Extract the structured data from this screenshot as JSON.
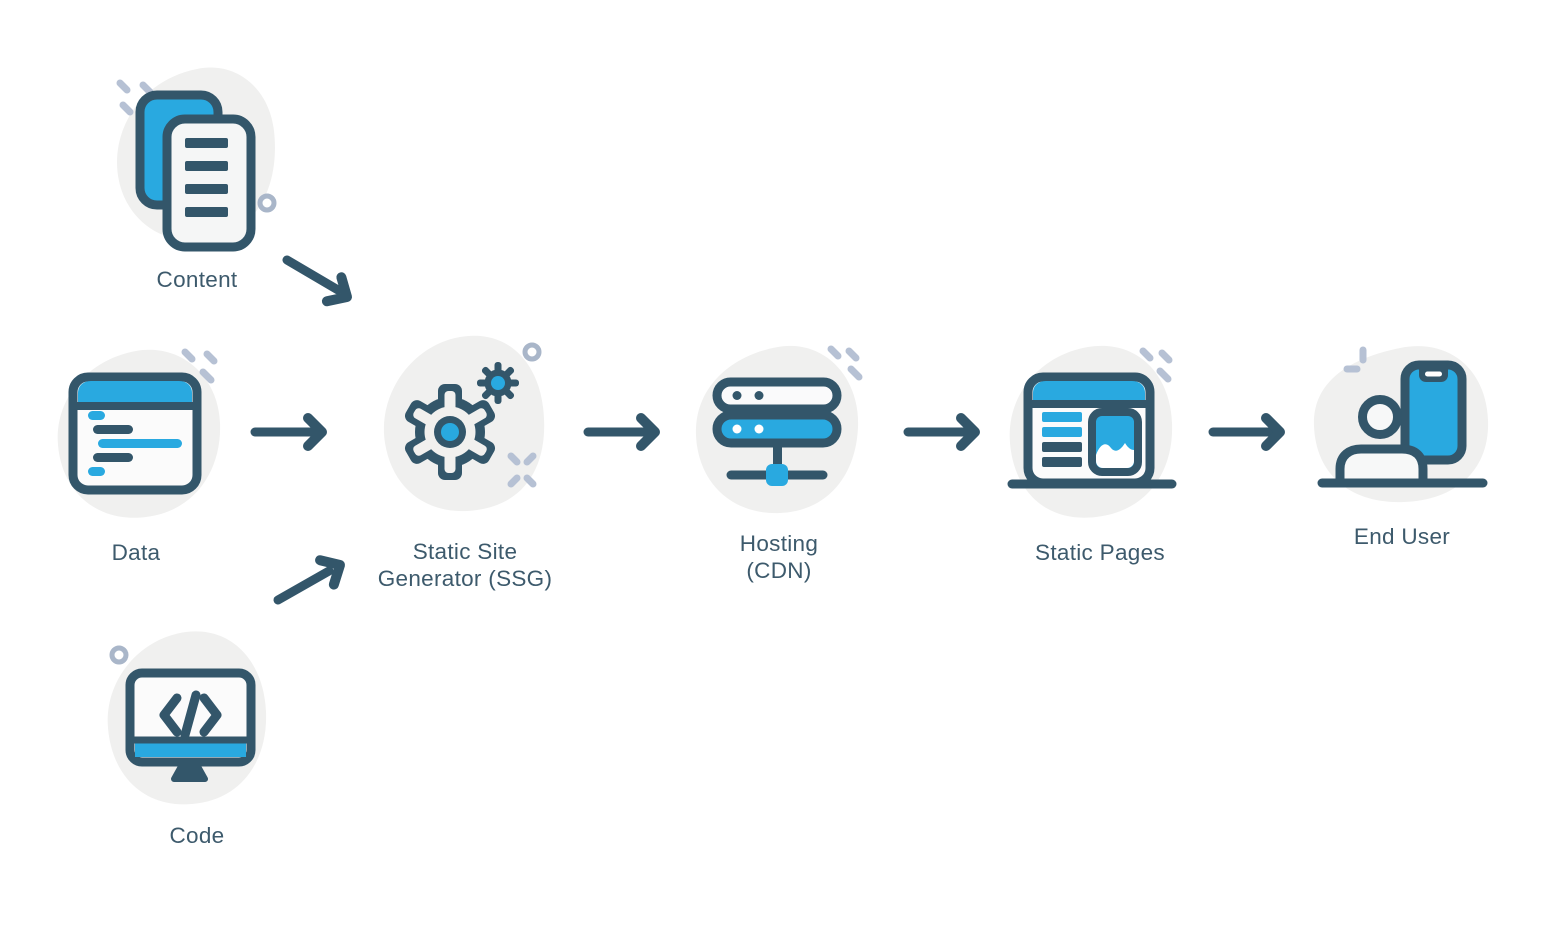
{
  "palette": {
    "accent_blue": "#29A9E0",
    "outline_dark": "#33566A",
    "blob_gray": "#F0F0EF",
    "sparkle_gray": "#B6C1D4",
    "label_color": "#3D5A6C"
  },
  "nodes": [
    {
      "id": "content",
      "label": "Content",
      "icon": "documents-icon"
    },
    {
      "id": "data",
      "label": "Data",
      "icon": "code-window-icon"
    },
    {
      "id": "code",
      "label": "Code",
      "icon": "monitor-code-icon"
    },
    {
      "id": "ssg",
      "label_line1": "Static Site",
      "label_line2": "Generator (SSG)",
      "icon": "gears-icon"
    },
    {
      "id": "hosting",
      "label_line1": "Hosting",
      "label_line2": "(CDN)",
      "icon": "server-icon"
    },
    {
      "id": "static_pages",
      "label": "Static Pages",
      "icon": "browser-window-icon"
    },
    {
      "id": "end_user",
      "label": "End User",
      "icon": "person-phone-icon"
    }
  ],
  "edges": [
    {
      "from": "Content",
      "to": "Static Site Generator (SSG)"
    },
    {
      "from": "Data",
      "to": "Static Site Generator (SSG)"
    },
    {
      "from": "Code",
      "to": "Static Site Generator (SSG)"
    },
    {
      "from": "Static Site Generator (SSG)",
      "to": "Hosting (CDN)"
    },
    {
      "from": "Hosting (CDN)",
      "to": "Static Pages"
    },
    {
      "from": "Static Pages",
      "to": "End User"
    }
  ]
}
